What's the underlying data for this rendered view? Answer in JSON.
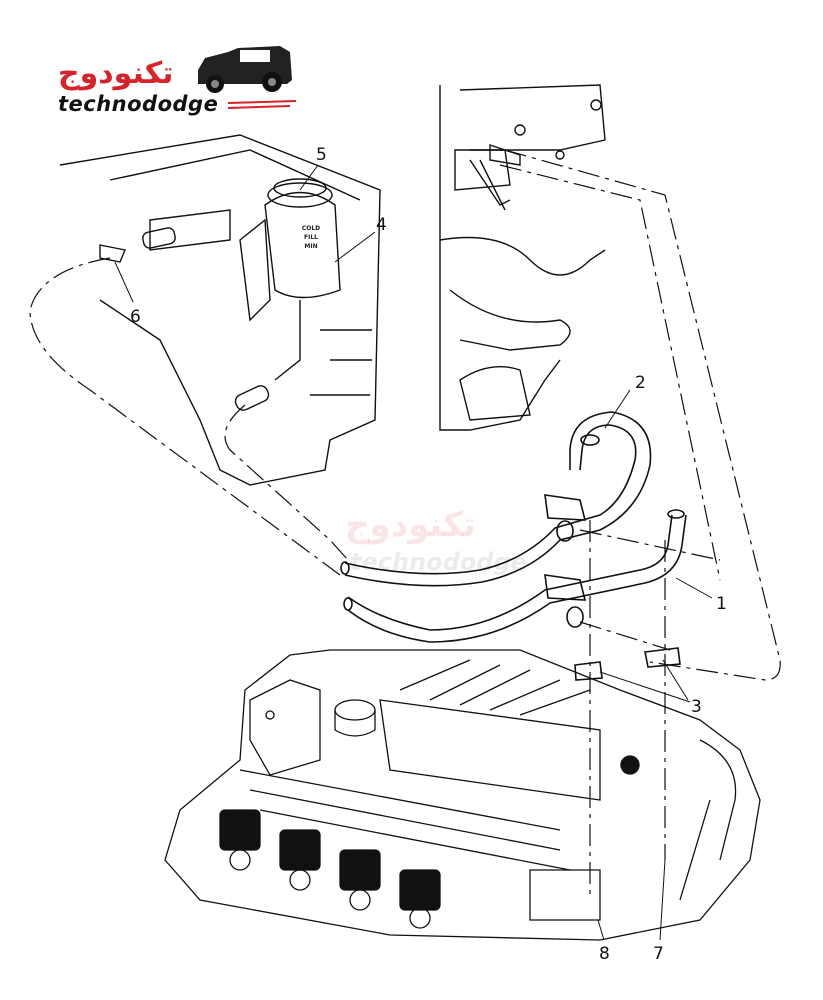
{
  "logo": {
    "arabic": "تكنودوج",
    "latin": "technododge"
  },
  "watermark": {
    "arabic": "تكنودوج",
    "latin": "technododge"
  },
  "reservoir_label": [
    "COLD",
    "FILL",
    "MIN"
  ],
  "callouts": [
    "1",
    "2",
    "3",
    "4",
    "5",
    "6",
    "7",
    "8"
  ],
  "colors": {
    "brand_red": "#d8232a",
    "line": "#111111"
  }
}
